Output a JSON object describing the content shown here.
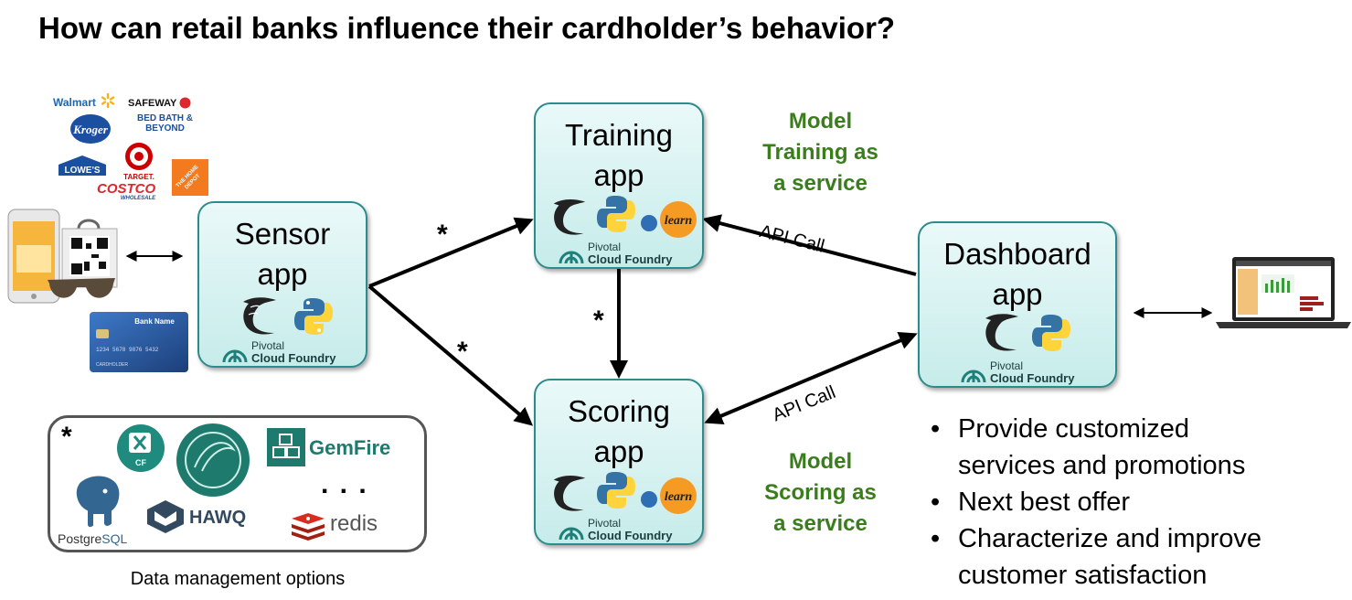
{
  "title": "How can retail banks influence their cardholder’s behavior?",
  "apps": {
    "sensor": {
      "line1": "Sensor",
      "line2": "app"
    },
    "training": {
      "line1": "Training",
      "line2": "app"
    },
    "scoring": {
      "line1": "Scoring",
      "line2": "app"
    },
    "dashboard": {
      "line1": "Dashboard",
      "line2": "app"
    }
  },
  "pcf": {
    "line1": "Pivotal",
    "line2": "Cloud Foundry",
    "mark": "®"
  },
  "sklearn_label": "learn",
  "model_training": [
    "Model",
    "Training as",
    "a service"
  ],
  "model_scoring": [
    "Model",
    "Scoring as",
    "a service"
  ],
  "api_call": "API Call",
  "star": "*",
  "bullets": [
    [
      "Provide customized",
      "services and promotions"
    ],
    [
      "Next best offer"
    ],
    [
      "Characterize and improve",
      "customer satisfaction"
    ]
  ],
  "data_management": {
    "caption": "Data management options",
    "star": "*",
    "cf_label": "CF",
    "gemfire": "GemFire",
    "postgres_a": "Postgre",
    "postgres_b": "SQL",
    "hawq": "HAWQ",
    "redis": "redis",
    "ellipsis": ". . ."
  },
  "retailers": {
    "walmart": "Walmart",
    "safeway": "SAFEWAY",
    "kroger": "Kroger",
    "bedbath1": "BED BATH &",
    "bedbath2": "BEYOND",
    "lowes": "LOWE'S",
    "target": "TARGET.",
    "costco": "COSTCO",
    "costco_sub": "WHOLESALE",
    "homedepot": "THE HOME DEPOT"
  },
  "card": {
    "bank": "Bank Name",
    "number": "1234 5678 9876 5432",
    "holder": "CARDHOLDER"
  },
  "colors": {
    "accent_green": "#3a7d1c",
    "box_border": "#2e8b8b",
    "box_fill": "#c6ecea"
  },
  "icons": [
    "flask-icon",
    "python-icon",
    "sklearn-icon",
    "pivotal-cloud-foundry-logo",
    "smartphone-icon",
    "qr-shopping-bag-icon",
    "sunglasses-icon",
    "credit-card-icon",
    "laptop-icon"
  ]
}
